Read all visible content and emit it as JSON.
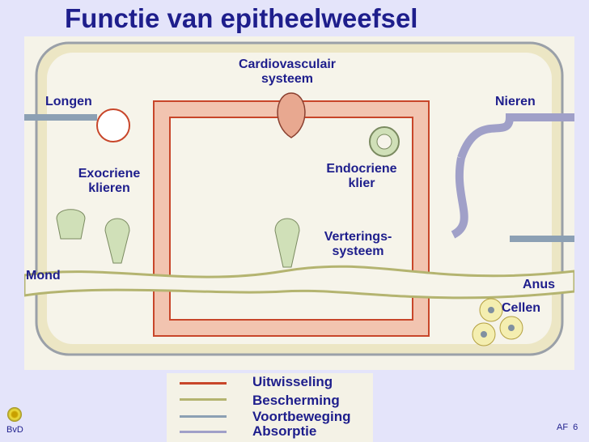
{
  "title": "Functie van epitheelweefsel",
  "labels": {
    "cardio": "Cardiovasculair systeem",
    "longen": "Longen",
    "nieren": "Nieren",
    "exocrien": "Exocriene klieren",
    "endocrien": "Endocriene klier",
    "vertering": "Verterings- systeem",
    "mond": "Mond",
    "anus": "Anus",
    "cellen": "Cellen"
  },
  "legend": [
    {
      "label": "Uitwisseling",
      "color": "#c8462a"
    },
    {
      "label": "Bescherming",
      "color": "#b4b470"
    },
    {
      "label": "Voortbeweging",
      "color": "#8ca0b4"
    },
    {
      "label": "Absorptie",
      "color": "#a0a0c8"
    }
  ],
  "footer": {
    "left": "BvD",
    "right": "AF  6"
  }
}
